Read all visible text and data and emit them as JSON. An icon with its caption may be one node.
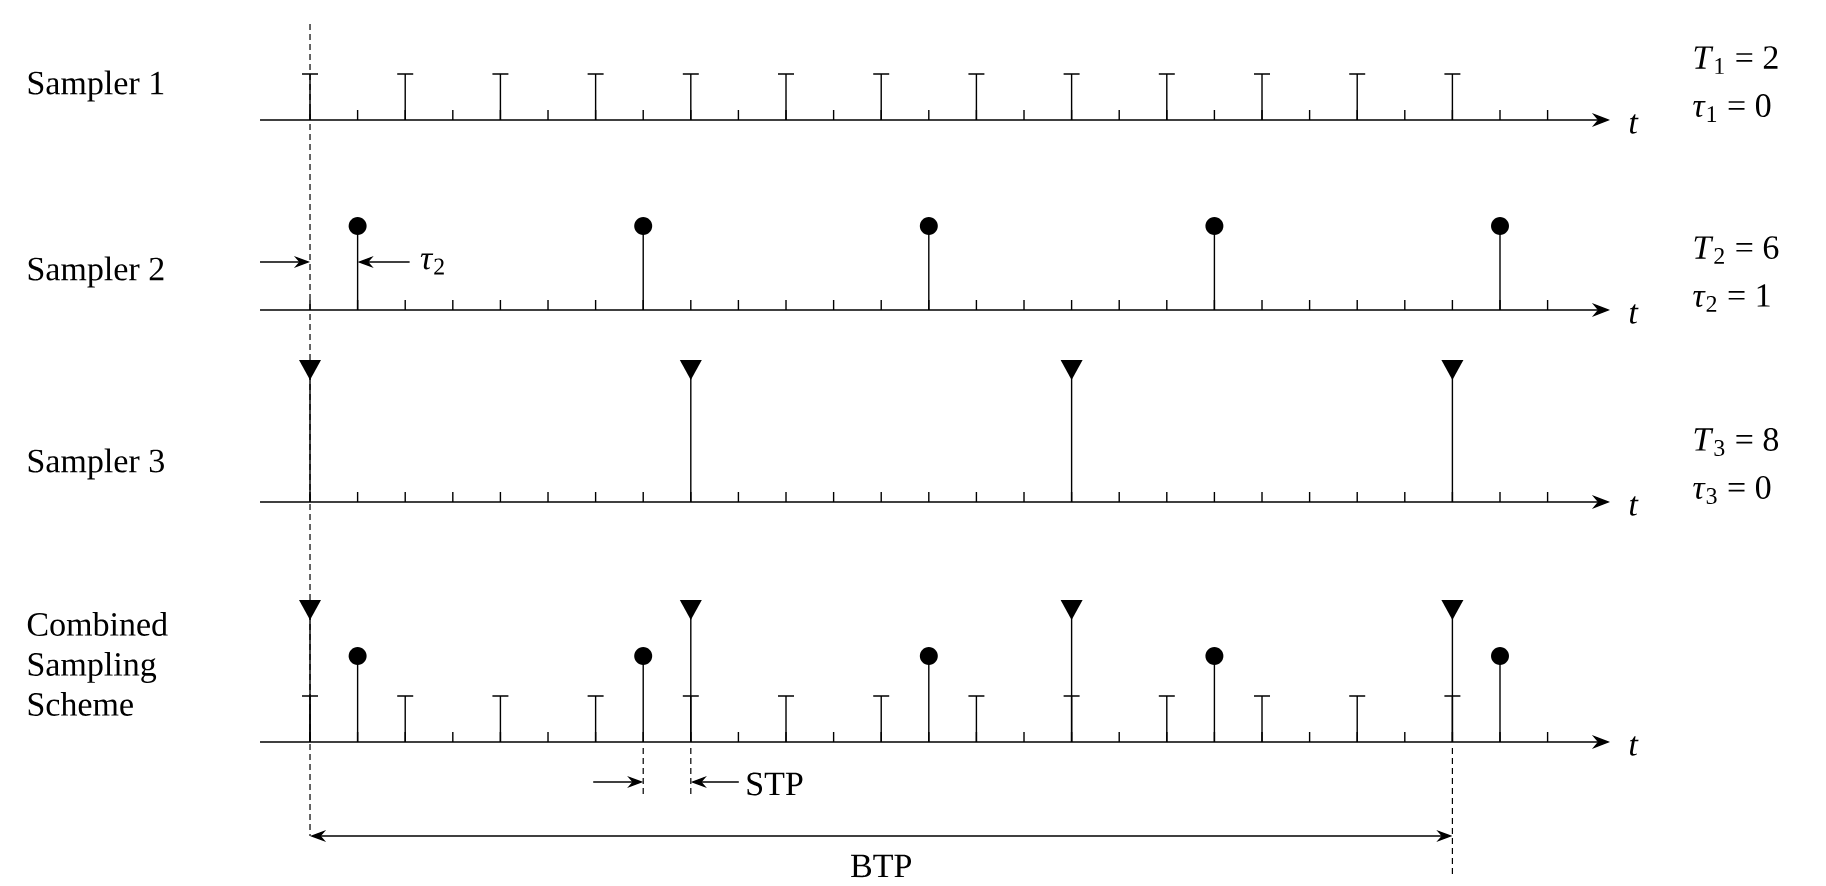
{
  "diagram": {
    "labels": [
      "Sampler 1",
      "*t*",
      "*T*$_{1}$ = 2",
      "*τ*$_{1}$ = 0",
      "*τ*$_{2}$",
      "Sampler 2",
      "*t*",
      "*T*$_{2}$ = 6",
      "*τ*$_{2}$ = 1",
      "Sampler 3",
      "*t*",
      "*T*$_{3}$ = 8",
      "*τ*$_{3}$ = 0",
      "Combined Sampling Scheme",
      "*t*",
      "STP",
      "BTP"
    ]
  }
}
